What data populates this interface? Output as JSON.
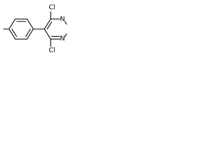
{
  "molecule": {
    "atoms": {
      "cl_top": "Cl",
      "n_upper": "N",
      "n_lower": "N",
      "cl_bottom": "Cl"
    }
  }
}
